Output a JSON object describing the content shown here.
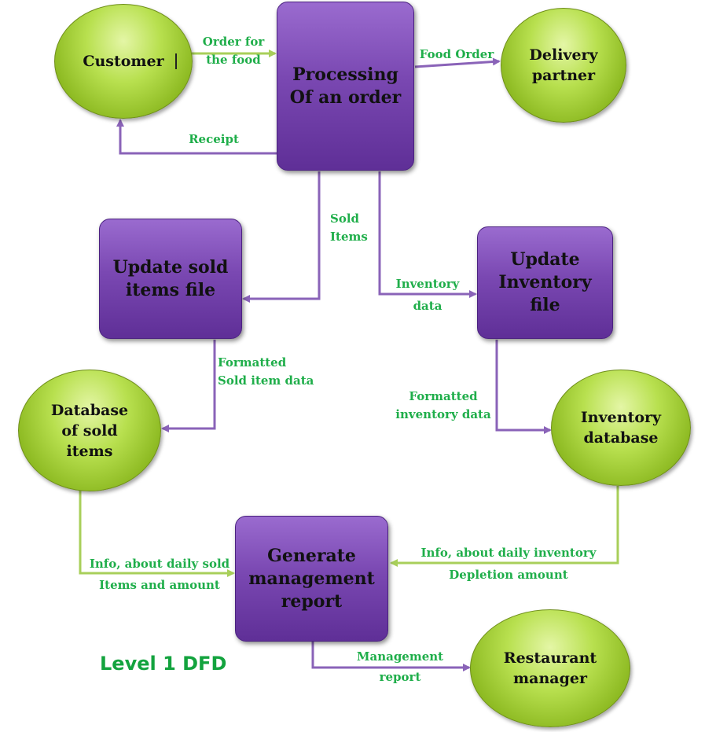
{
  "diagram": {
    "title": "Level 1 DFD",
    "colors": {
      "entity_green": "#9ccb2e",
      "process_purple": "#7a48b2",
      "flow_text_green": "#1fae4a",
      "purple_arrow": "#8a63b8",
      "green_arrow": "#a8cf5a"
    },
    "entities": {
      "customer": [
        "Customer"
      ],
      "delivery_partner": [
        "Delivery",
        "partner"
      ],
      "db_sold_items": [
        "Database",
        "of sold",
        "items"
      ],
      "inventory_db": [
        "Inventory",
        "database"
      ],
      "restaurant_manager": [
        "Restaurant",
        "manager"
      ]
    },
    "processes": {
      "processing_order": [
        "Processing",
        "Of an order"
      ],
      "update_sold": [
        "Update sold",
        "items file"
      ],
      "update_inventory": [
        "Update",
        "Inventory",
        "file"
      ],
      "generate_report": [
        "Generate",
        "management",
        "report"
      ]
    },
    "flows": {
      "order_for_food": [
        "Order for",
        "the food"
      ],
      "food_order": [
        "Food Order"
      ],
      "receipt": [
        "Receipt"
      ],
      "sold_items": [
        "Sold",
        "Items"
      ],
      "inventory_data": [
        "Inventory",
        "data"
      ],
      "formatted_sold": [
        "Formatted",
        "Sold item data"
      ],
      "formatted_inventory": [
        "Formatted",
        "inventory data"
      ],
      "info_daily_sold": [
        "Info, about daily sold",
        "Items and amount"
      ],
      "info_daily_inventory": [
        "Info, about daily inventory",
        "Depletion amount"
      ],
      "management_report": [
        "Management",
        "report"
      ]
    }
  }
}
